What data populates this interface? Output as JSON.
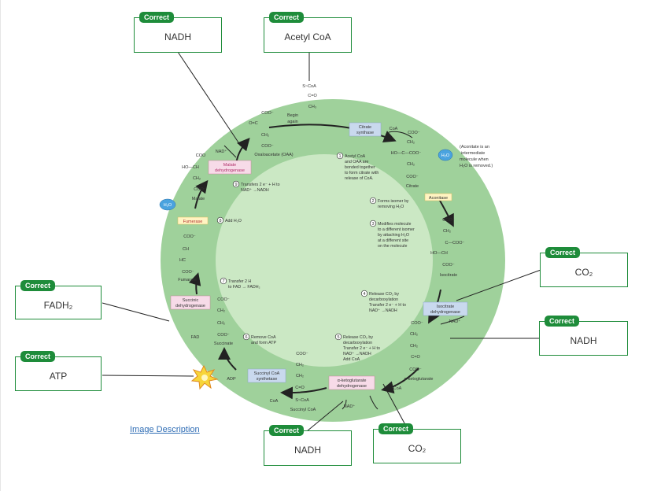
{
  "answers": {
    "nadh_top": {
      "badge": "Correct",
      "value": "NADH"
    },
    "acetyl": {
      "badge": "Correct",
      "value": "Acetyl CoA"
    },
    "co2_right": {
      "badge": "Correct",
      "value": "CO₂"
    },
    "nadh_right": {
      "badge": "Correct",
      "value": "NADH"
    },
    "fadh2": {
      "badge": "Correct",
      "value": "FADH₂"
    },
    "atp": {
      "badge": "Correct",
      "value": "ATP"
    },
    "nadh_bottom": {
      "badge": "Correct",
      "value": "NADH"
    },
    "co2_bottom": {
      "badge": "Correct",
      "value": "CO₂"
    }
  },
  "image_description_link": "Image Description",
  "diagram": {
    "enzymes": {
      "citrate_synthase": [
        "Citrate",
        "synthase"
      ],
      "aconitase": "Aconitase",
      "isocitrate_dh": [
        "Isocitrate",
        "dehydrogenase"
      ],
      "akg_dh": [
        "α-ketoglutarate",
        "dehydrogenase"
      ],
      "succinyl_coa_synthetase": [
        "Succinyl CoA",
        "synthetase"
      ],
      "succinic_dh": [
        "Succinic",
        "dehydrogenase"
      ],
      "fumerase": "Fumerase",
      "malate_dh": [
        "Malate",
        "dehydrogenase"
      ]
    },
    "molecules": {
      "acetyl_group": [
        "S~CoA",
        "C=O",
        "CH₃"
      ],
      "oaa": [
        "COO⁻",
        "O=C",
        "CH₂",
        "COO⁻",
        "Oxaloacetate (OAA)"
      ],
      "citrate": [
        "COO⁻",
        "CH₂",
        "HO—C—COO⁻",
        "CH₂",
        "COO⁻",
        "Citrate"
      ],
      "isocitrate": [
        "COO⁻",
        "CH₂",
        "C—COO⁻",
        "HO—CH",
        "COO⁻",
        "Isocitrate"
      ],
      "akg": [
        "COO⁻",
        "CH₂",
        "CH₂",
        "C=O",
        "COO⁻",
        "α-ketoglutarate"
      ],
      "succinyl": [
        "COO⁻",
        "CH₂",
        "CH₂",
        "C=O",
        "S~CoA",
        "Succinyl CoA"
      ],
      "succinate": [
        "COO⁻",
        "CH₂",
        "CH₂",
        "COO⁻",
        "Succinate"
      ],
      "fumarate": [
        "COO⁻",
        "CH",
        "HC",
        "COO⁻",
        "Fumarate"
      ],
      "malate": [
        "COO",
        "HO—CH",
        "CH₂",
        "COO⁻",
        "Malate"
      ]
    },
    "cofactors": {
      "coa1": "CoA",
      "nad_plus_top": "NAD⁺",
      "h2o_citrate": "H₂O",
      "nad_plus_iso": "NAD⁺",
      "coa_akg": "CoA",
      "nad_plus_akg": "NAD⁺",
      "coa_succ": "CoA",
      "adp": "ADP",
      "fad": "FAD",
      "h2o_fum": "H₂O"
    },
    "begin": [
      "Begin",
      "again"
    ],
    "aconitate_note": [
      "(Aconitate is an",
      "intermediate",
      "molecule when",
      "H₂O is removed.)"
    ],
    "steps": [
      {
        "num": "1",
        "lines": [
          "Acetyl CoA",
          "and OAA are",
          "bonded together",
          "to form citrate with",
          "release of CoA."
        ]
      },
      {
        "num": "2",
        "lines": [
          "Forms isomer by",
          "removing H₂O"
        ]
      },
      {
        "num": "3",
        "lines": [
          "Modifies molecule",
          "to a different isomer",
          "by attaching H₂O",
          "at a different site",
          "on the molecule"
        ]
      },
      {
        "num": "4",
        "lines": [
          "Release CO₂ by",
          "decarboxylation",
          "Transfer 2 e⁻ + H to",
          "NAD⁺ →NADH"
        ]
      },
      {
        "num": "5",
        "lines": [
          "Release CO₂ by",
          "decarboxylation",
          "Transfer 2 e⁻ + H to",
          "NAD⁺ →NADH",
          "Add CoA"
        ]
      },
      {
        "num": "6",
        "lines": [
          "Remove CoA",
          "and form ATP"
        ]
      },
      {
        "num": "7",
        "lines": [
          "Transfer 2 H",
          "to FAD → FADH₂"
        ]
      },
      {
        "num": "8",
        "lines": [
          "Add H₂O"
        ]
      },
      {
        "num": "9",
        "lines": [
          "Transfers 2 e⁻ + H to",
          "NAD⁺ →NADH"
        ]
      }
    ]
  }
}
